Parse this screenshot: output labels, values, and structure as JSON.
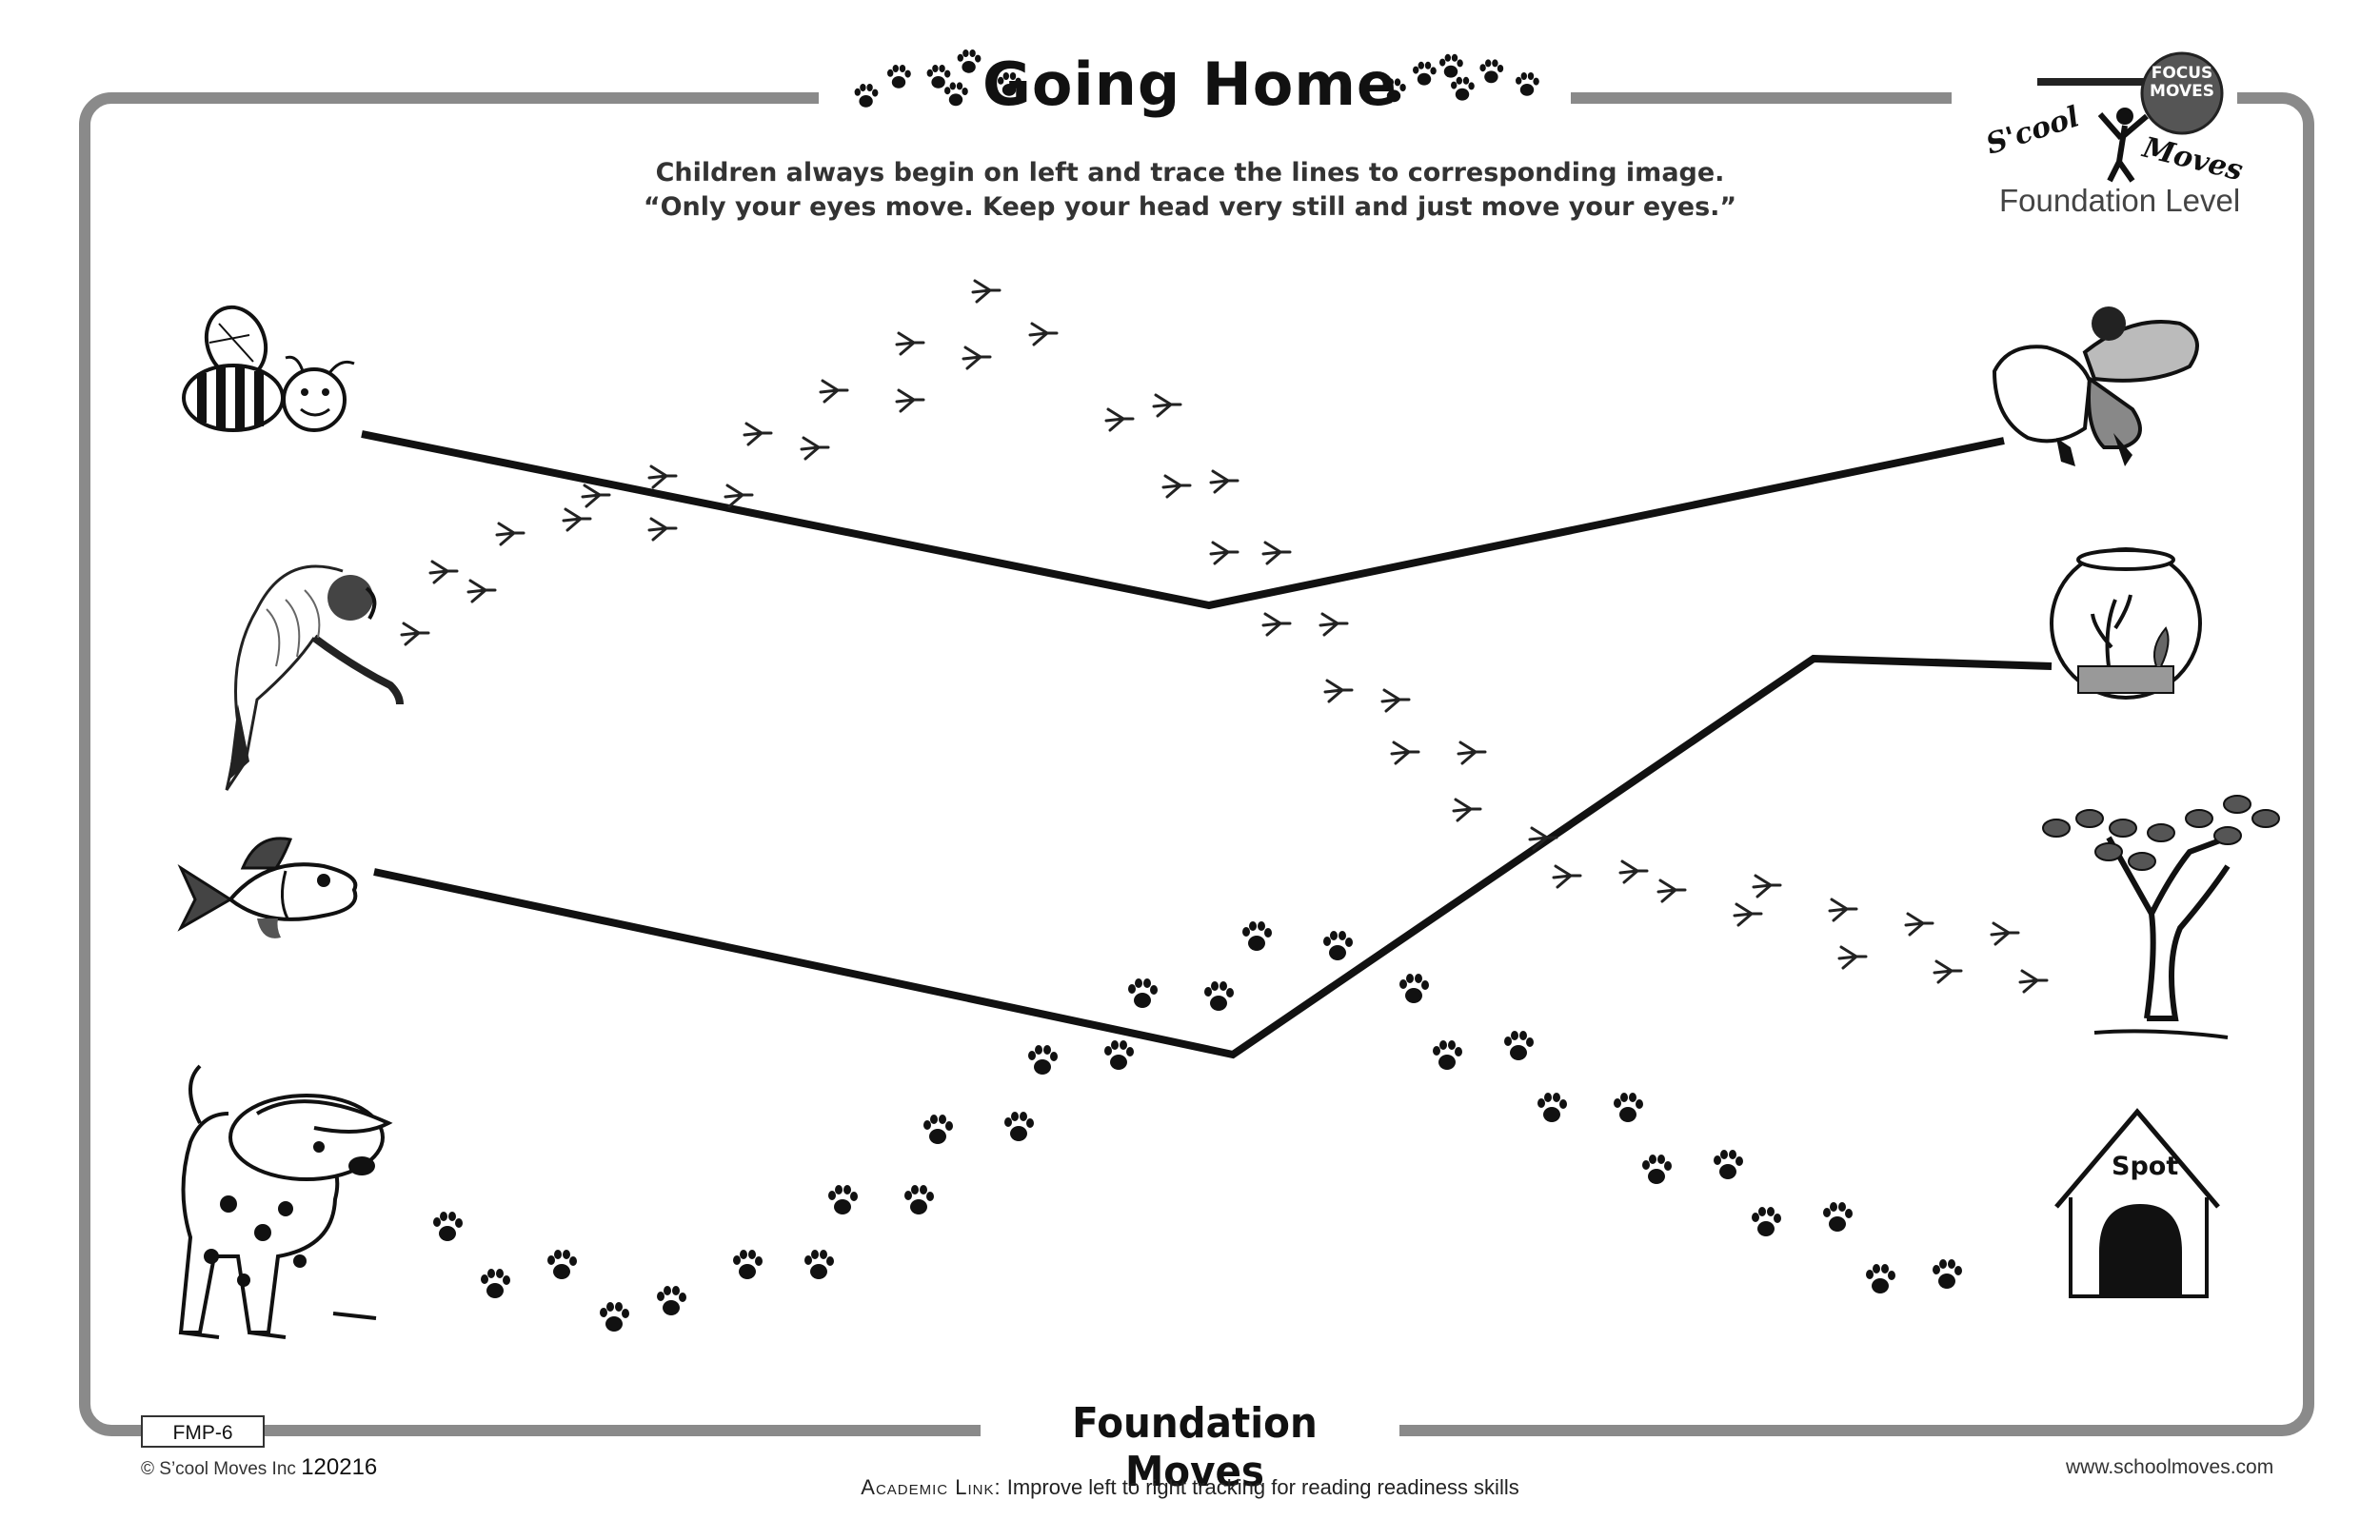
{
  "header": {
    "title": "Going Home",
    "instruction_line1": "Children always begin on left and trace the lines to corresponding image.",
    "instruction_line2": "“Only your eyes move. Keep your head very still and just move your eyes.”"
  },
  "logo": {
    "badge_line1": "FOCUS",
    "badge_line2": "MOVES",
    "word1": "S'cool",
    "word2": "Moves",
    "level": "Foundation Level"
  },
  "pictures": {
    "left": [
      "bee-icon",
      "parrot-icon",
      "fish-icon",
      "dog-icon"
    ],
    "right": [
      "flower-icon",
      "fishbowl-icon",
      "tree-icon",
      "doghouse-icon"
    ],
    "doghouse_label": "Spot"
  },
  "footer": {
    "title": "Foundation Moves",
    "code": "FMP-6",
    "copyright_prefix": "© S’cool Moves Inc",
    "copyright_number": "120216",
    "academic_label": "Academic Link:",
    "academic_text": " Improve left to right tracking for reading readiness skills",
    "website": "www.schoolmoves.com"
  }
}
